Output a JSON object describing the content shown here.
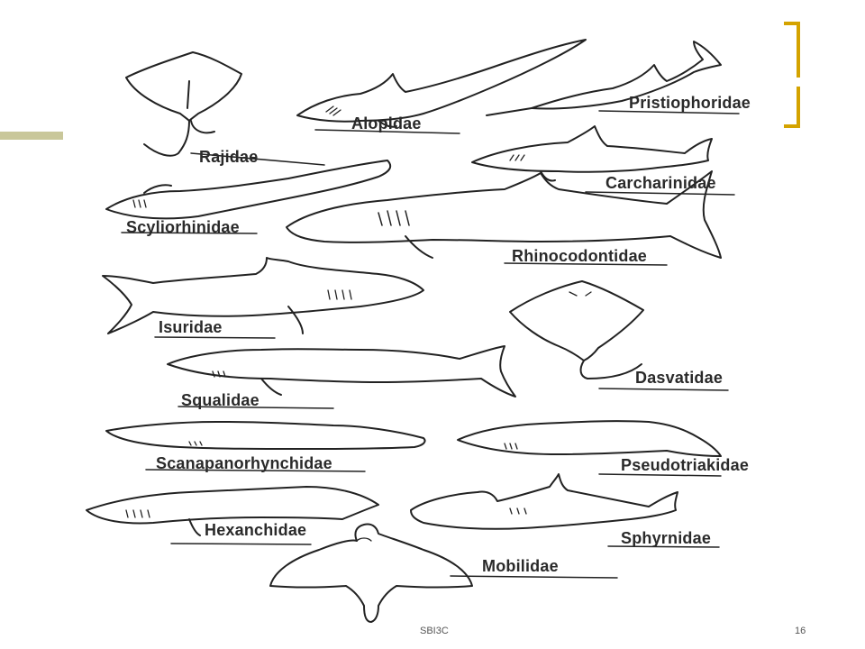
{
  "labels": {
    "pristiophoridae": "Pristiophoridae",
    "alopidae": "Alopidae",
    "rajidae": "Rajidae",
    "carcharinidae": "Carcharinidae",
    "scyliorhinidae": "Scyliorhinidae",
    "rhinocodontidae": "Rhinocodontidae",
    "isuridae": "Isuridae",
    "dasvatidae": "Dasvatidae",
    "squalidae": "Squalidae",
    "scanapanorhynchidae": "Scanapanorhynchidae",
    "pseudotriakidae": "Pseudotriakidae",
    "hexanchidae": "Hexanchidae",
    "sphyrnidae": "Sphyrnidae",
    "mobilidae": "Mobilidae"
  },
  "footer": {
    "course": "SBI3C",
    "page": "16"
  },
  "colors": {
    "accent_bar": "#c9c79a",
    "bracket": "#d4a300",
    "ink": "#222222"
  }
}
